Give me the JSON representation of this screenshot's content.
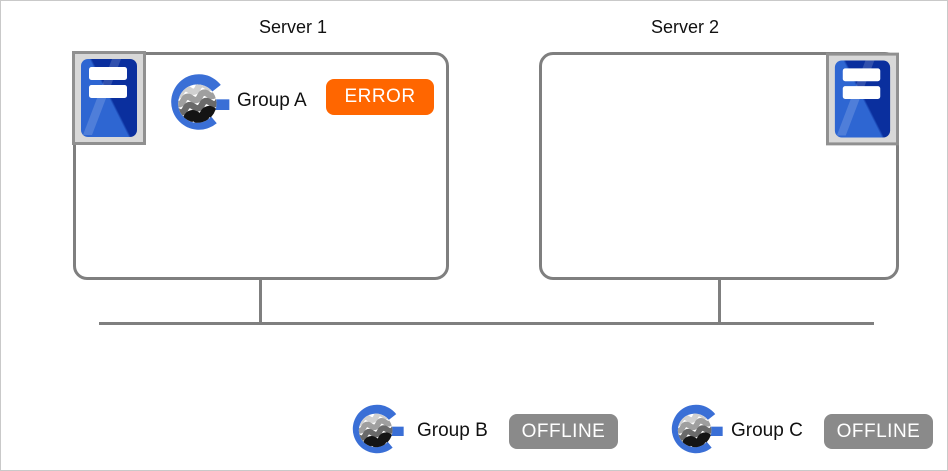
{
  "servers": [
    {
      "label": "Server 1"
    },
    {
      "label": "Server 2"
    }
  ],
  "groups": [
    {
      "label": "Group A",
      "status": "ERROR",
      "status_type": "error",
      "location": "Server 1"
    },
    {
      "label": "Group B",
      "status": "OFFLINE",
      "status_type": "offline",
      "location": "bottom"
    },
    {
      "label": "Group C",
      "status": "OFFLINE",
      "status_type": "offline",
      "location": "bottom"
    }
  ],
  "icons": {
    "server": "server-icon",
    "group_logo": "cluster-group-logo-icon"
  },
  "colors": {
    "error_badge": "#ff6600",
    "offline_badge": "#8a8a8a",
    "outline": "#7f7f7f",
    "logo_blue": "#3a6fd6",
    "server_icon_light_blue": "#2e66d2",
    "server_icon_dark_blue": "#0a2f9e",
    "icon_frame_fill": "#d8d8d8",
    "icon_frame_border": "#909090",
    "text": "#111111",
    "background": "#ffffff"
  }
}
